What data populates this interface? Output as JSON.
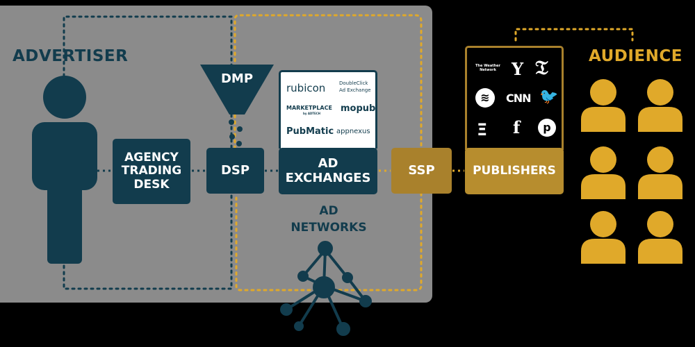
{
  "advertiser": {
    "title": "ADVERTISER"
  },
  "audience": {
    "title": "AUDIENCE"
  },
  "agency": {
    "line1": "AGENCY",
    "line2": "TRADING",
    "line3": "DESK"
  },
  "dmp": {
    "label": "DMP"
  },
  "dsp": {
    "label": "DSP"
  },
  "ad_exchanges": {
    "line1": "AD",
    "line2": "EXCHANGES",
    "logos": [
      "rubicon",
      "DoubleClick",
      "Ad Exchange",
      "MARKETPLACE",
      "by ADTECH",
      "mopub",
      "PubMatic",
      "appnexus"
    ]
  },
  "ad_networks": {
    "line1": "AD",
    "line2": "NETWORKS"
  },
  "ssp": {
    "label": "SSP"
  },
  "publishers": {
    "label": "PUBLISHERS",
    "logos": [
      "The Weather Network",
      "Y",
      "CNN",
      "f"
    ]
  },
  "colors": {
    "teal": "#123c4d",
    "gold": "#e0a92a",
    "grey": "#8b8b8b"
  }
}
